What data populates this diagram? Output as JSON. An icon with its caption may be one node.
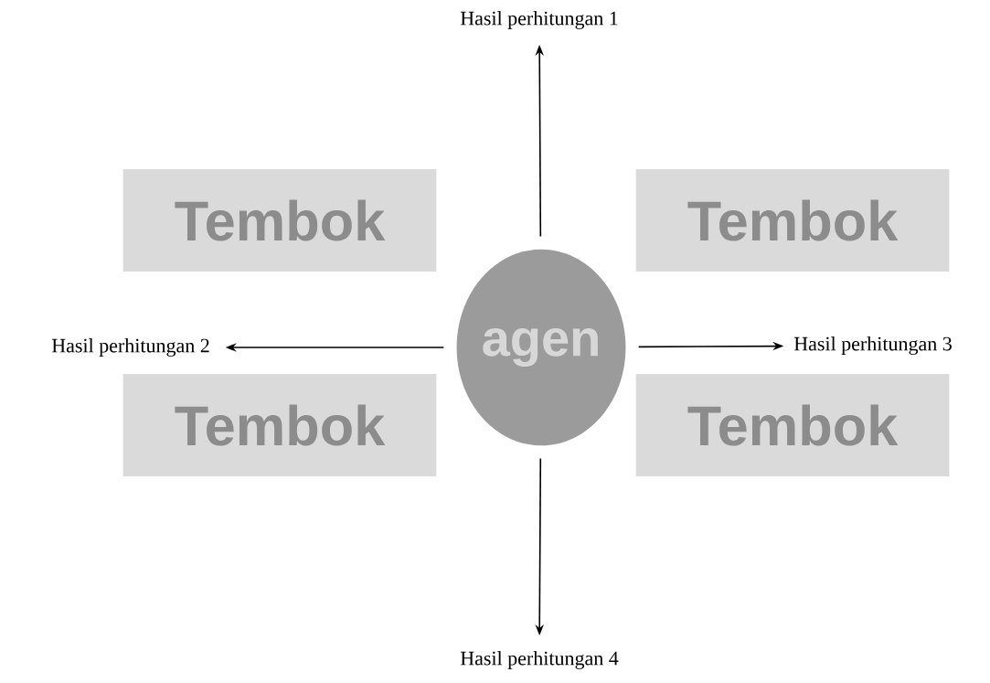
{
  "diagram": {
    "nodes": [
      {
        "text": [
          "Hasil perhitungan 1"
        ]
      },
      {
        "text": [
          "Tembok"
        ]
      },
      {
        "text": [
          "Tembok"
        ]
      },
      {
        "text": [
          "Hasil perhitungan 2"
        ]
      },
      {
        "text": [
          "agen"
        ]
      },
      {
        "text": [
          "Hasil perhitungan 3"
        ]
      },
      {
        "text": [
          "Tembok"
        ]
      },
      {
        "text": [
          "Tembok"
        ]
      },
      {
        "text": [
          "Hasil perhitungan 4"
        ]
      }
    ],
    "edges": [
      {
        "from": 4,
        "to": 0,
        "arrow": "to"
      },
      {
        "from": 4,
        "to": 3,
        "arrow": "to"
      },
      {
        "from": 4,
        "to": 5,
        "arrow": "to"
      },
      {
        "from": 4,
        "to": 8,
        "arrow": "to"
      }
    ]
  }
}
